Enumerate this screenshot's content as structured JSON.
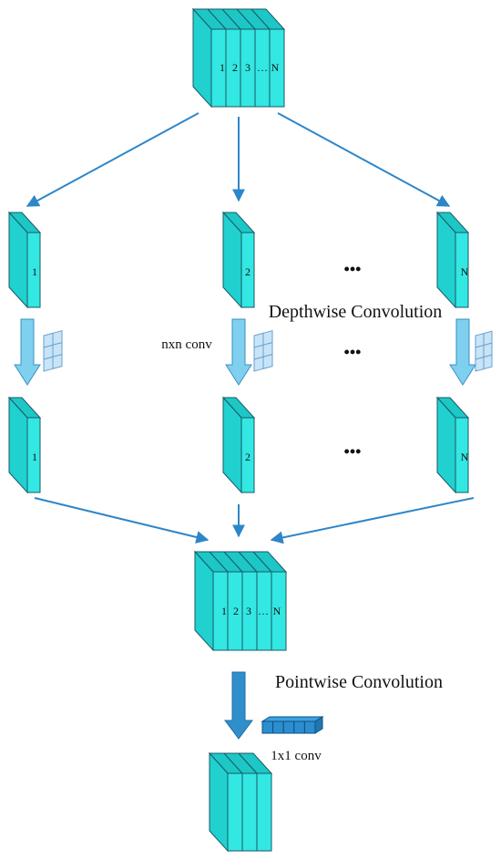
{
  "input_tensor": {
    "channel_labels": [
      "1",
      "2",
      "3",
      "…",
      "N"
    ]
  },
  "depthwise": {
    "branch_labels": [
      "1",
      "2",
      "N"
    ],
    "title": "Depthwise Convolution",
    "kernel_label": "nxn conv",
    "ellipsis": "•••"
  },
  "merged_tensor": {
    "channel_labels": [
      "1",
      "2",
      "3",
      "…",
      "N"
    ]
  },
  "pointwise": {
    "title": "Pointwise Convolution",
    "kernel_label": "1x1 conv"
  },
  "colors": {
    "tensor_face": "#33e7e3",
    "tensor_top": "#1dc7c6",
    "arrow": "#2e86c9",
    "kernel": "#c8e4f8",
    "pointwise_kernel": "#2b8ed0"
  }
}
